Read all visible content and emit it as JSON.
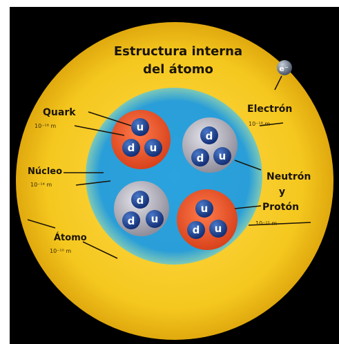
{
  "title": {
    "line1": "Estructura interna",
    "line2": "del átomo"
  },
  "labels": {
    "quark": "Quark",
    "quark_scale": "10⁻¹⁸ m",
    "nucleo": "Núcleo",
    "nucleo_scale": "10⁻¹⁴ m",
    "atomo": "Átomo",
    "atomo_scale": "10⁻¹⁰ m",
    "electron": "Electrón",
    "electron_scale": "10⁻¹⁸ m",
    "neutron": "Neutrón",
    "y": "y",
    "proton": "Protón",
    "proton_scale": "10⁻¹⁵ m"
  },
  "electron_symbol": "e⁻",
  "quarks": {
    "proton1": [
      "u",
      "d",
      "u"
    ],
    "neutron1": [
      "d",
      "d",
      "u"
    ],
    "neutron2": [
      "d",
      "d",
      "u"
    ],
    "proton2": [
      "u",
      "d",
      "u"
    ]
  },
  "colors": {
    "atom_cloud": "#f5c81f",
    "nucleus": "#2a9ed8",
    "proton": "#e8532a",
    "neutron": "#b9b7bf",
    "quark": "#1b3d8f",
    "background": "#000000"
  }
}
